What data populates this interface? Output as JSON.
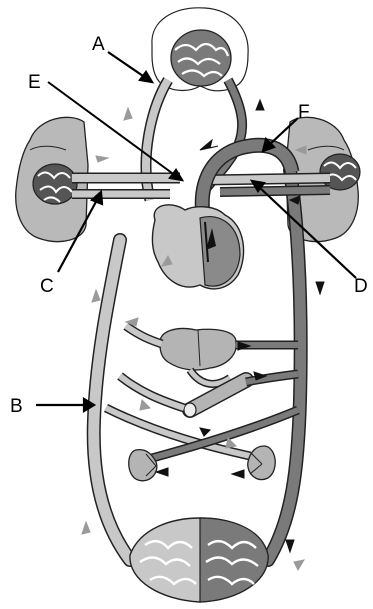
{
  "labels": {
    "a": "A",
    "b": "B",
    "c": "C",
    "d": "D",
    "e": "E",
    "f": "F"
  },
  "colors": {
    "background": "#ffffff",
    "outline": "#222222",
    "light_vessel": "#c8c8c8",
    "dark_vessel": "#7a7a7a",
    "organ_fill": "#b4b4b4",
    "lung_fill": "#b9b9b9",
    "arrow_black": "#111111",
    "arrow_grey": "#9a9a9a"
  }
}
